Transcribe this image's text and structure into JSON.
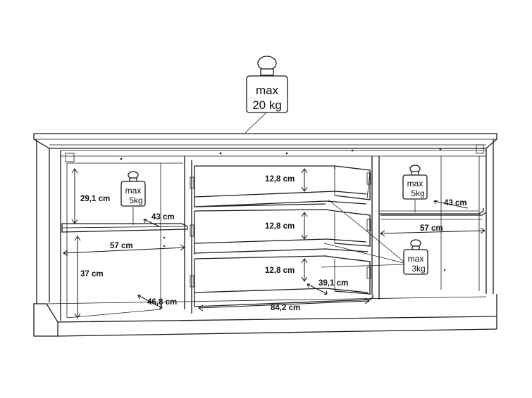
{
  "weights": {
    "top": {
      "label": "max",
      "value": "20 kg"
    },
    "left_shelf": {
      "label": "max",
      "value": "5kg"
    },
    "right_shelf": {
      "label": "max",
      "value": "5kg"
    },
    "drawers": {
      "label": "max",
      "value": "3kg"
    }
  },
  "dimensions": {
    "left_upper_height": "29,1 cm",
    "left_shelf_depth": "43 cm",
    "left_width": "57 cm",
    "left_lower_height": "37 cm",
    "left_base_depth": "46,8 cm",
    "drawer1_height": "12,8 cm",
    "drawer2_height": "12,8 cm",
    "drawer3_height": "12,8 cm",
    "drawer_depth": "39,1 cm",
    "drawer_width": "84,2 cm",
    "right_shelf_depth": "43 cm",
    "right_width": "57 cm"
  }
}
